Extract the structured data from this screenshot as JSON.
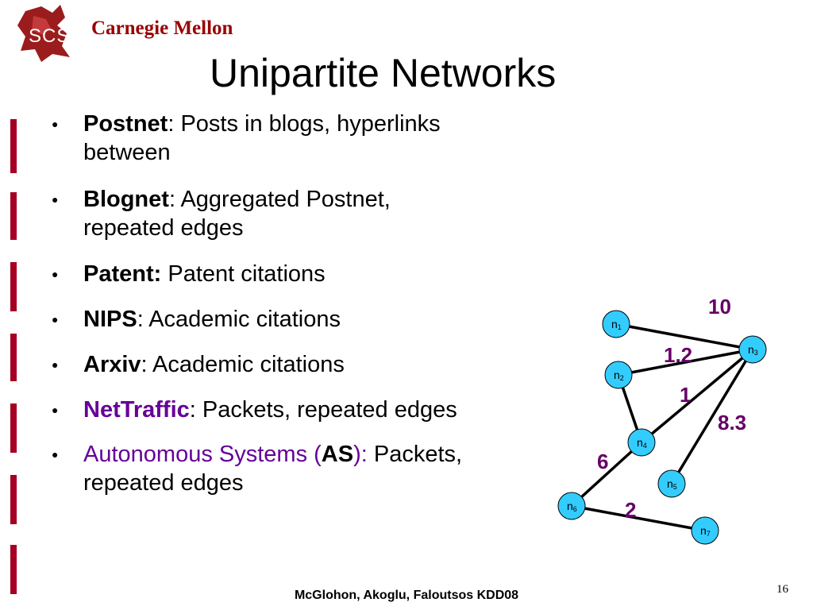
{
  "header": {
    "logo_text": "Carnegie Mellon",
    "logo_scs": "SCS"
  },
  "title": "Unipartite Networks",
  "bullets": [
    {
      "term": "Postnet",
      "desc": ": Posts in blogs, hyperlinks",
      "desc2": "between"
    },
    {
      "term": "Blognet",
      "desc": ": Aggregated Postnet,",
      "desc2": "repeated edges"
    },
    {
      "term": "Patent:",
      "desc": " Patent citations"
    },
    {
      "term": "NIPS",
      "desc": ": Academic citations"
    },
    {
      "term": "Arxiv",
      "desc": ": Academic citations"
    },
    {
      "term": "NetTraffic",
      "desc": ": Packets, repeated edges"
    },
    {
      "pre": "Autonomous Systems (",
      "term": "AS",
      "post": "):",
      "desc": " Packets,",
      "desc2": "repeated edges"
    }
  ],
  "diagram": {
    "nodes": [
      {
        "id": "n1",
        "base": "n",
        "sub": "1"
      },
      {
        "id": "n2",
        "base": "n",
        "sub": "2"
      },
      {
        "id": "n3",
        "base": "n",
        "sub": "3"
      },
      {
        "id": "n4",
        "base": "n",
        "sub": "4"
      },
      {
        "id": "n5",
        "base": "n",
        "sub": "5"
      },
      {
        "id": "n6",
        "base": "n",
        "sub": "6"
      },
      {
        "id": "n7",
        "base": "n",
        "sub": "7"
      }
    ],
    "edges": [
      {
        "from": "n1",
        "to": "n3",
        "weight": "10"
      },
      {
        "from": "n2",
        "to": "n3",
        "weight": "1.2"
      },
      {
        "from": "n4",
        "to": "n3",
        "weight": "1"
      },
      {
        "from": "n5",
        "to": "n3",
        "weight": "8.3"
      },
      {
        "from": "n2",
        "to": "n4",
        "weight": ""
      },
      {
        "from": "n6",
        "to": "n4",
        "weight": "6"
      },
      {
        "from": "n6",
        "to": "n7",
        "weight": "2"
      }
    ],
    "node_color": "#33ccff",
    "label_color": "#660066"
  },
  "footer": "McGlohon, Akoglu, Faloutsos KDD08",
  "page_number": "16"
}
